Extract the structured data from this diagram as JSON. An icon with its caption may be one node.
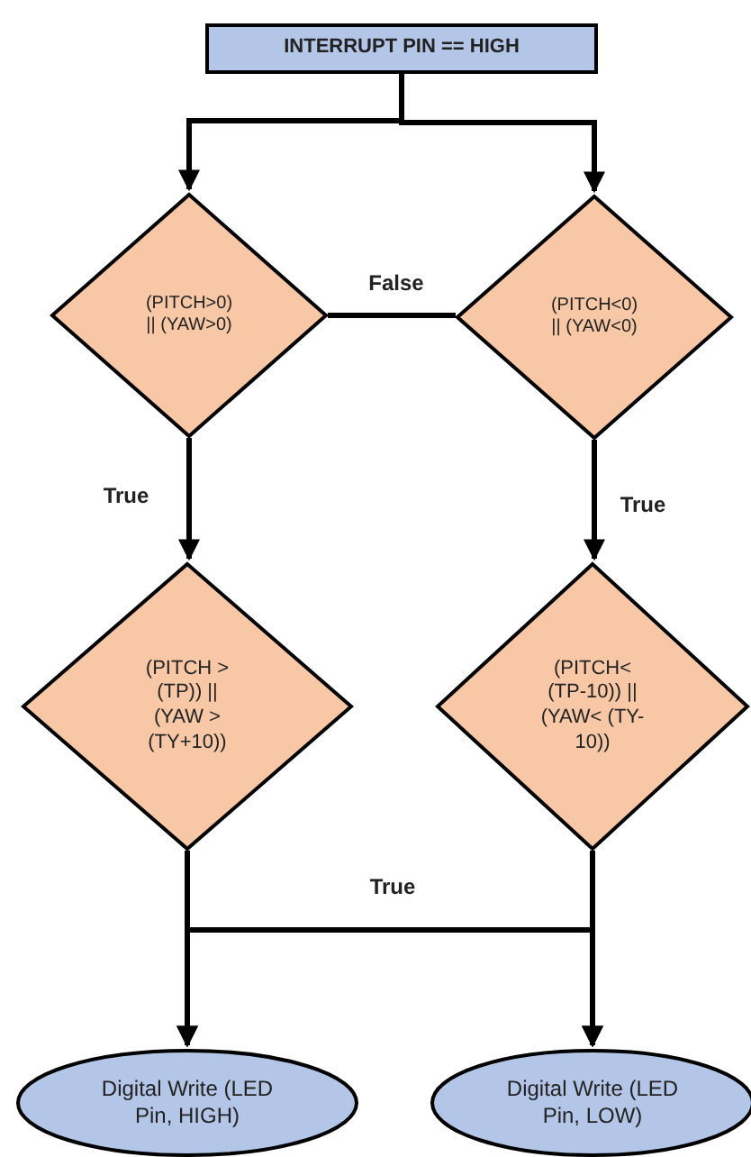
{
  "diagram": {
    "nodes": [
      {
        "text": [
          "INTERRUPT PIN == HIGH"
        ]
      },
      {
        "text": [
          "(PITCH>0) || (YAW>0)"
        ]
      },
      {
        "text": [
          "(PITCH<0) || (YAW<0)"
        ]
      },
      {
        "text": [
          "(PITCH > (TP)) || (YAW > (TY+10))"
        ]
      },
      {
        "text": [
          "(PITCH< (TP-10)) || (YAW< (TY-10))"
        ]
      },
      {
        "text": [
          "Digital Write (LED Pin, HIGH)"
        ]
      },
      {
        "text": [
          "Digital Write (LED Pin, LOW)"
        ]
      }
    ],
    "edges": [
      {
        "from": 0,
        "to": 1,
        "arrow": "to"
      },
      {
        "from": 0,
        "to": 2,
        "arrow": "to"
      },
      {
        "from": 1,
        "to": 2,
        "arrow": "none",
        "label": "False"
      },
      {
        "from": 1,
        "to": 3,
        "arrow": "to",
        "label": "True"
      },
      {
        "from": 2,
        "to": 4,
        "arrow": "to",
        "label": "True"
      },
      {
        "from": 3,
        "to": 5,
        "arrow": "to"
      },
      {
        "from": 3,
        "to": 6,
        "arrow": "to",
        "label": "True"
      },
      {
        "from": 4,
        "to": 5,
        "arrow": "to"
      },
      {
        "from": 4,
        "to": 6,
        "arrow": "to"
      }
    ]
  }
}
